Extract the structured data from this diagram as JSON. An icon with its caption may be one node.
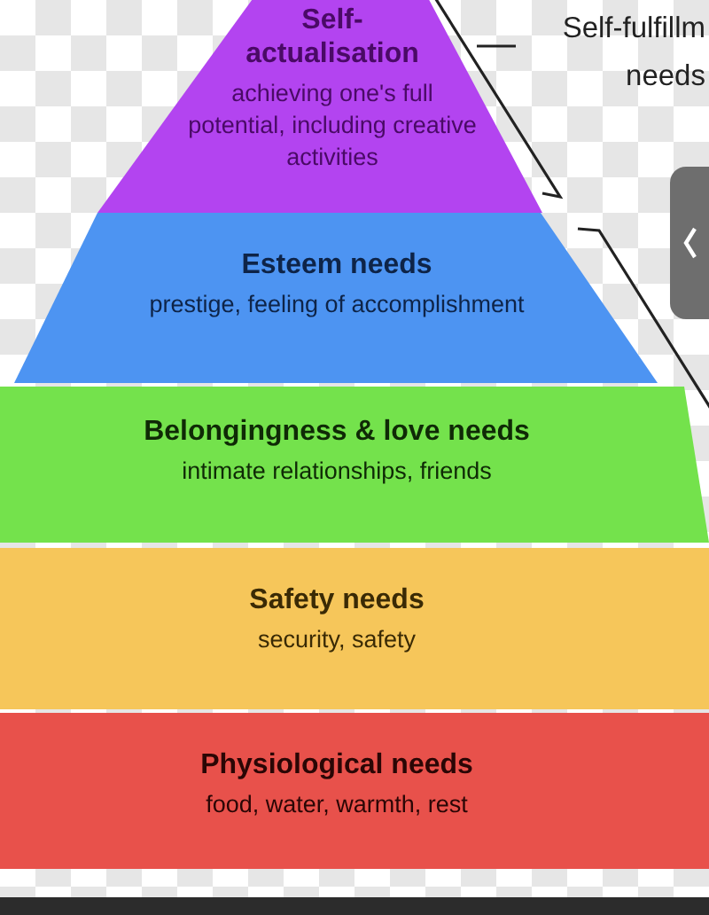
{
  "diagram": {
    "nodes": [
      {
        "text": [
          "Self-actualisation",
          "achieving one's full potential, including creative activities"
        ]
      },
      {
        "text": [
          "Esteem needs",
          "prestige, feeling of accomplishment"
        ]
      },
      {
        "text": [
          "Belongingness & love needs",
          "intimate relationships, friends"
        ]
      },
      {
        "text": [
          "Safety needs",
          "security, safety"
        ]
      },
      {
        "text": [
          "Physiological needs",
          "food, water, warmth, rest"
        ]
      }
    ],
    "labels": [
      "Self-fulfillm needs"
    ]
  }
}
